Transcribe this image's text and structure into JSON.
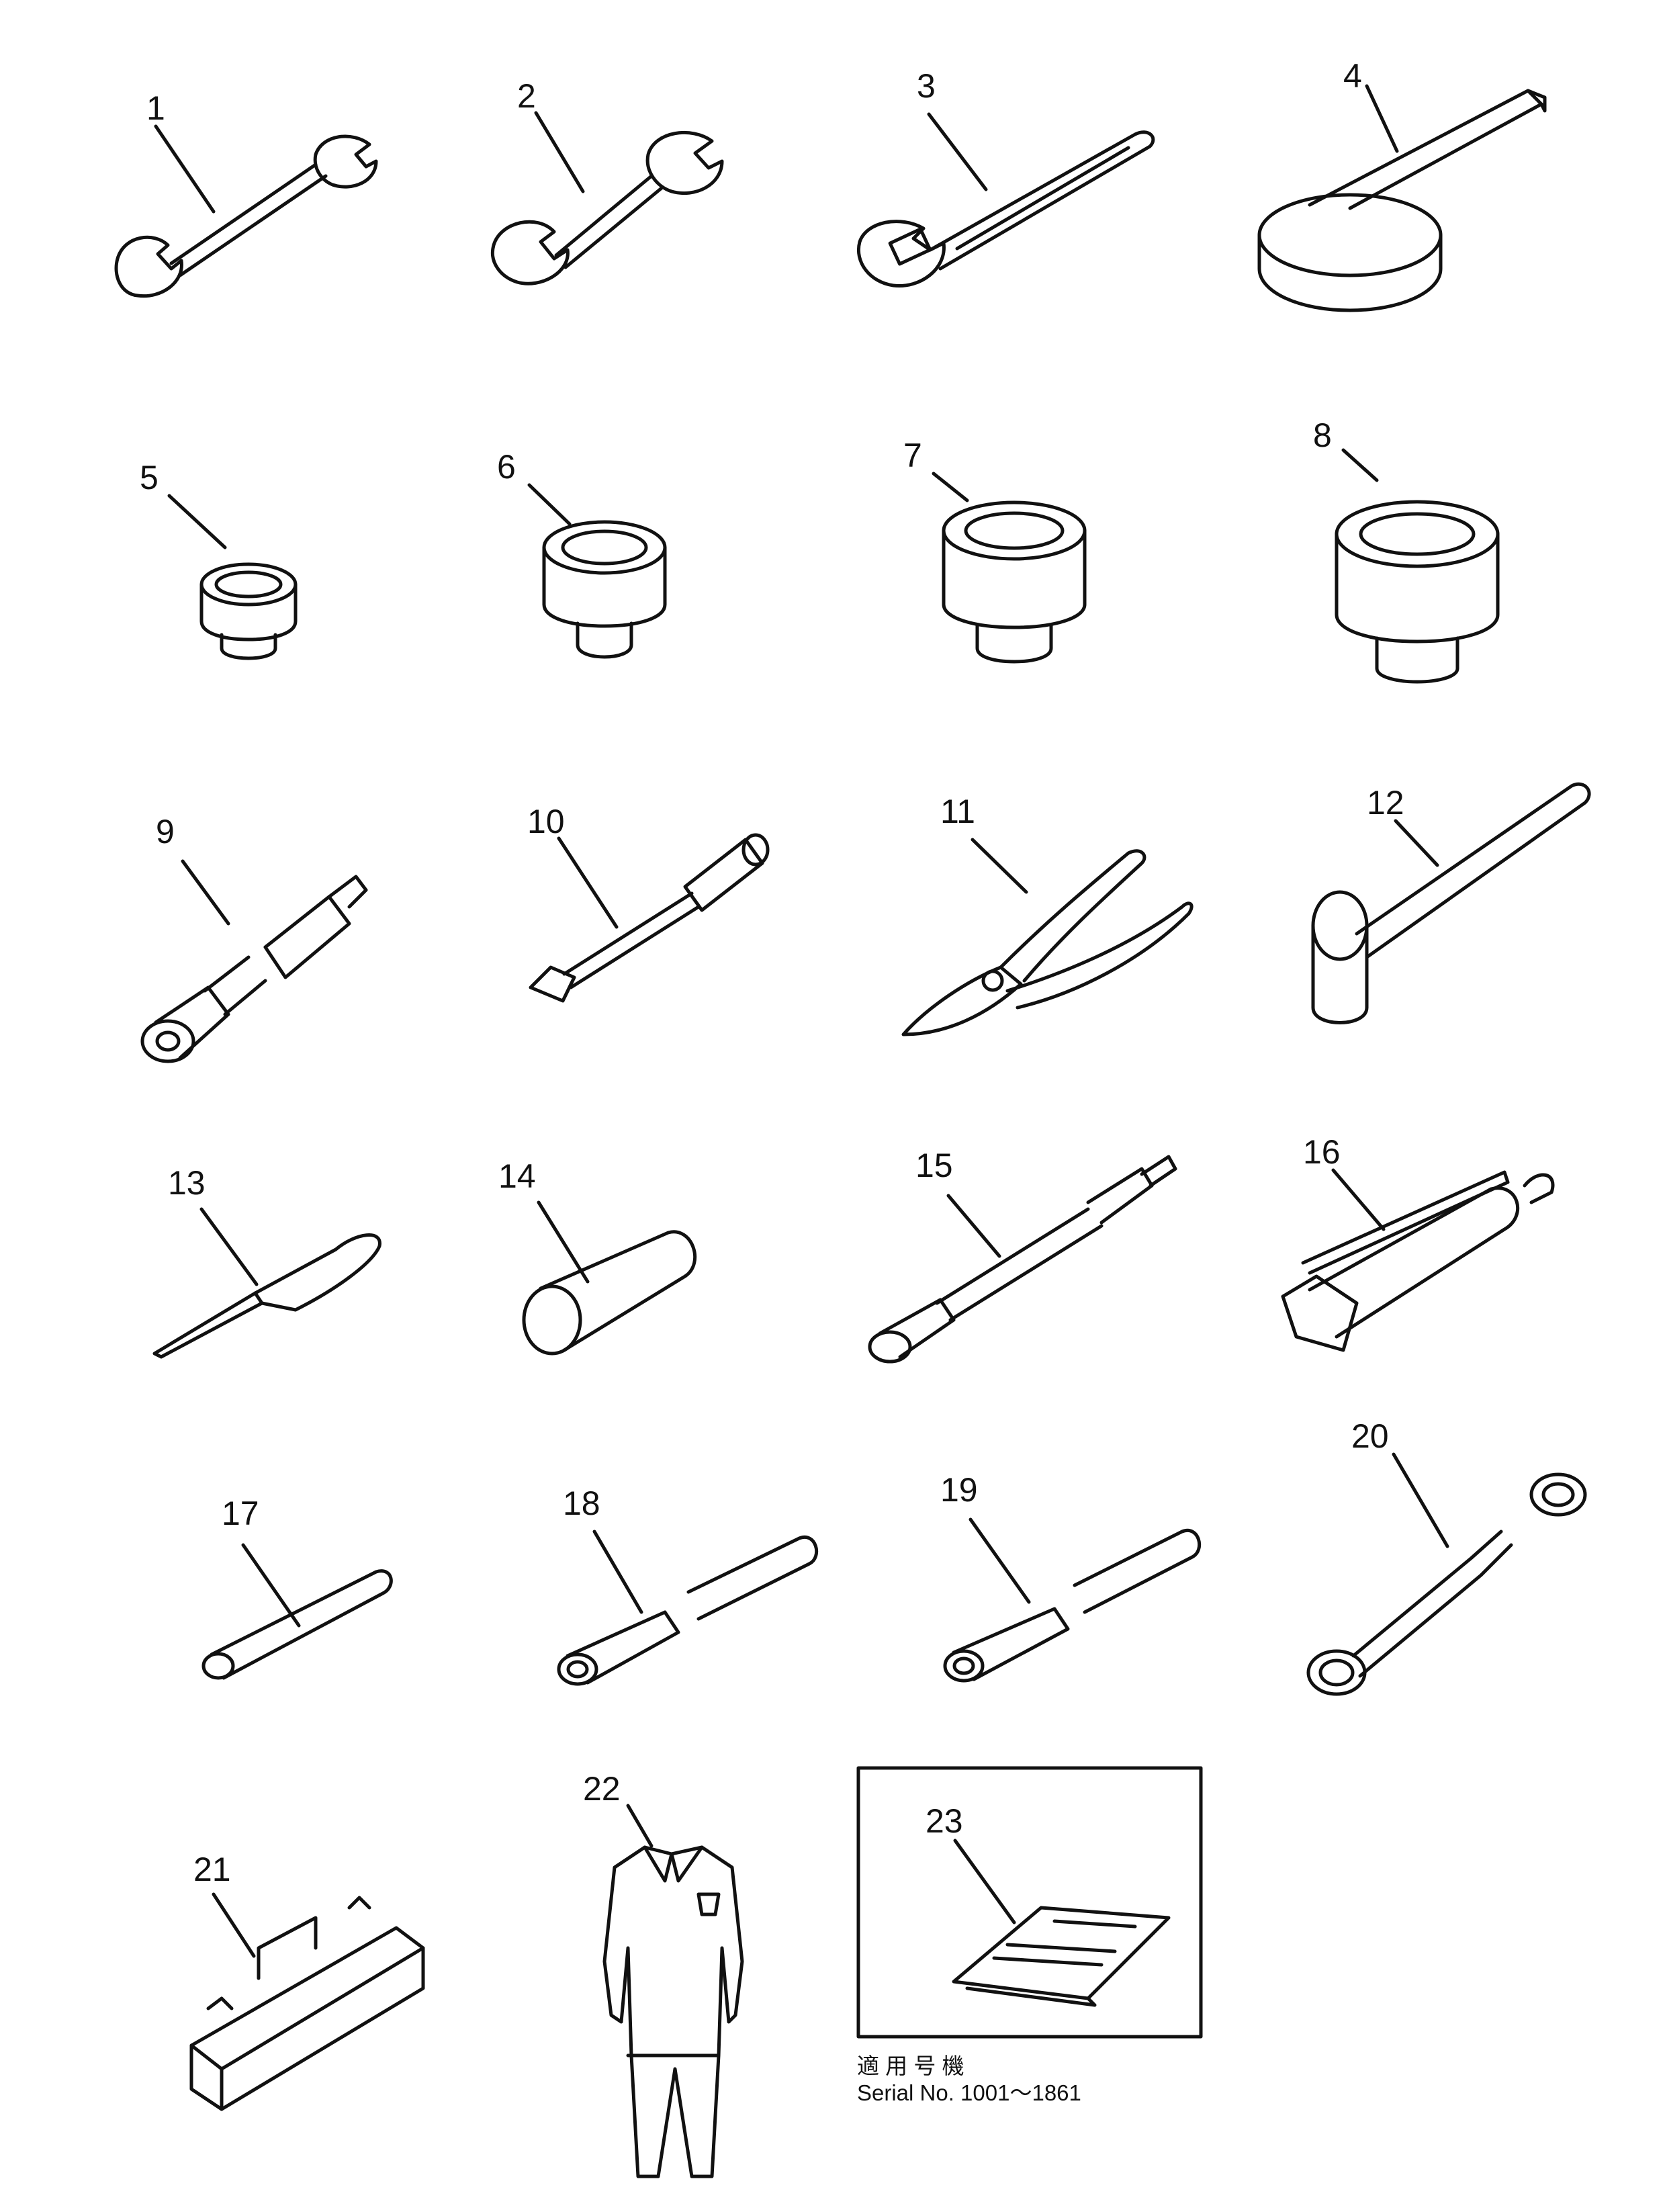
{
  "callouts": [
    "1",
    "2",
    "3",
    "4",
    "5",
    "6",
    "7",
    "8",
    "9",
    "10",
    "11",
    "12",
    "13",
    "14",
    "15",
    "16",
    "17",
    "18",
    "19",
    "20",
    "21",
    "22",
    "23"
  ],
  "parts": [
    {
      "id": "1",
      "icon": "open-end-wrench-icon"
    },
    {
      "id": "2",
      "icon": "open-end-wrench-icon"
    },
    {
      "id": "3",
      "icon": "adjustable-wrench-icon"
    },
    {
      "id": "4",
      "icon": "filter-wrench-icon"
    },
    {
      "id": "5",
      "icon": "socket-icon"
    },
    {
      "id": "6",
      "icon": "socket-icon"
    },
    {
      "id": "7",
      "icon": "socket-icon"
    },
    {
      "id": "8",
      "icon": "socket-icon"
    },
    {
      "id": "9",
      "icon": "extension-bar-icon"
    },
    {
      "id": "10",
      "icon": "hex-key-bar-icon"
    },
    {
      "id": "11",
      "icon": "pliers-icon"
    },
    {
      "id": "12",
      "icon": "hammer-icon"
    },
    {
      "id": "13",
      "icon": "screwdriver-icon"
    },
    {
      "id": "14",
      "icon": "grease-cartridge-icon"
    },
    {
      "id": "15",
      "icon": "grease-hose-icon"
    },
    {
      "id": "16",
      "icon": "grease-gun-icon"
    },
    {
      "id": "17",
      "icon": "bar-icon"
    },
    {
      "id": "18",
      "icon": "pipe-icon"
    },
    {
      "id": "19",
      "icon": "pipe-icon"
    },
    {
      "id": "20",
      "icon": "offset-box-wrench-icon"
    },
    {
      "id": "21",
      "icon": "tool-bag-icon"
    },
    {
      "id": "22",
      "icon": "coverall-icon"
    },
    {
      "id": "23",
      "icon": "manual-icon"
    }
  ],
  "serial_note": {
    "line1": "適 用 号 機",
    "line2": "Serial No. 1001～1861"
  }
}
